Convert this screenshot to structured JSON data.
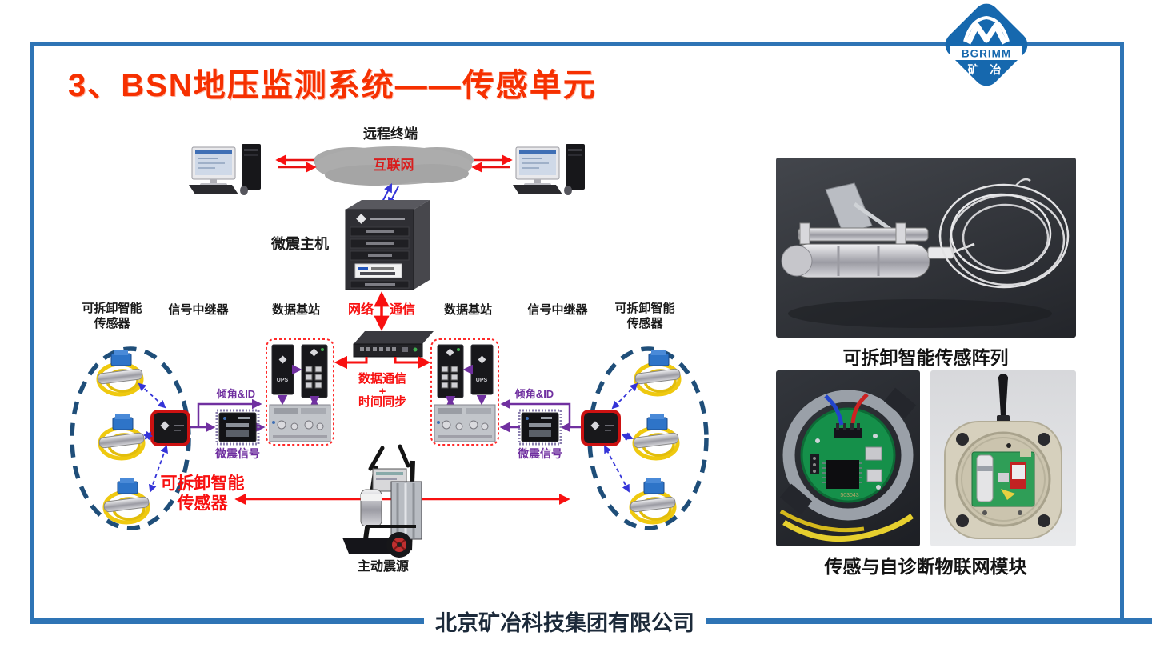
{
  "title": "3、BSN地压监测系统——传感单元",
  "logo": {
    "acronym": "BGRIMM",
    "cn": "矿 冶"
  },
  "footer": {
    "company": "北京矿冶科技集团有限公司"
  },
  "diagram": {
    "remote_terminal": "远程终端",
    "internet": "互联网",
    "host_label": "微震主机",
    "net_left": "网络",
    "net_right": "通信",
    "station_left": "数据基站",
    "station_right": "数据基站",
    "repeater_left": "信号中继器",
    "repeater_right": "信号中继器",
    "sensor_top_left_1": "可拆卸智能",
    "sensor_top_left_2": "传感器",
    "sensor_top_right_1": "可拆卸智能",
    "sensor_top_right_2": "传感器",
    "tilt_left": "倾角&ID",
    "tilt_right": "倾角&ID",
    "ms_left": "微震信号",
    "ms_right": "微震信号",
    "comm_1": "数据通信",
    "comm_2": "+",
    "comm_3": "时间同步",
    "red_sensor_1": "可拆卸智能",
    "red_sensor_2": "传感器",
    "active_source": "主动震源",
    "ups": "UPS"
  },
  "photos": {
    "caption_array": "可拆卸智能传感阵列",
    "caption_module": "传感与自诊断物联网模块",
    "pcb_serial": "503043"
  },
  "colors": {
    "frame": "#2E74B5",
    "title": "#F63000",
    "red": "#F81010",
    "purple": "#7030A0",
    "navy_dash": "#1F4E79",
    "blue_arrow": "#3434D8",
    "sensor_yellow": "#EFC90F"
  }
}
